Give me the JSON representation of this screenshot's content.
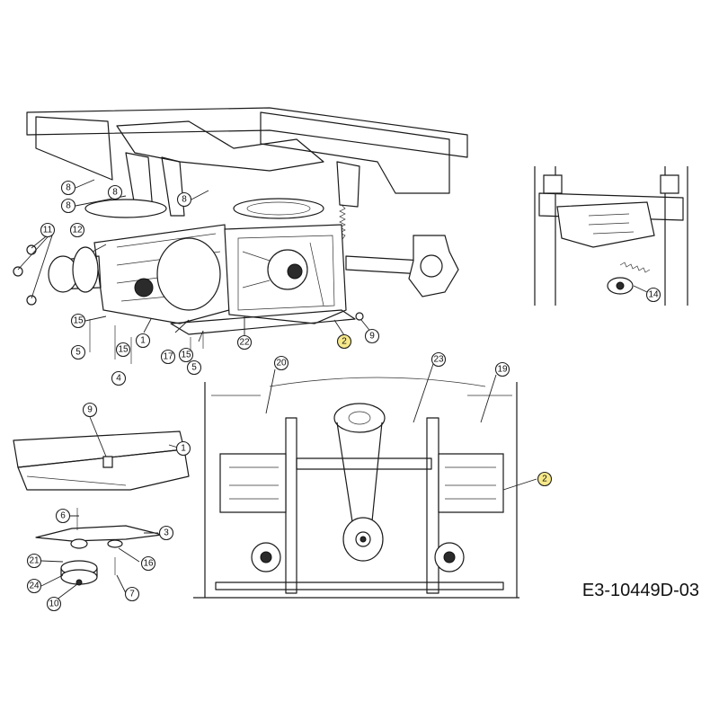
{
  "diagram_code": "E3-10449D-03",
  "colors": {
    "highlight": "#f7e98a",
    "line": "#1a1a1a"
  },
  "callouts": {
    "main_view": [
      "8",
      "8",
      "8",
      "8",
      "11",
      "12",
      "15",
      "5",
      "4",
      "15",
      "1",
      "17",
      "15",
      "5",
      "22",
      "2",
      "9"
    ],
    "detail_view": [
      "14"
    ],
    "bottom_left_view": [
      "9",
      "1",
      "6",
      "3",
      "21",
      "16",
      "24",
      "7",
      "10"
    ],
    "bottom_view": [
      "20",
      "23",
      "19",
      "2"
    ]
  },
  "highlighted_callout": "2"
}
